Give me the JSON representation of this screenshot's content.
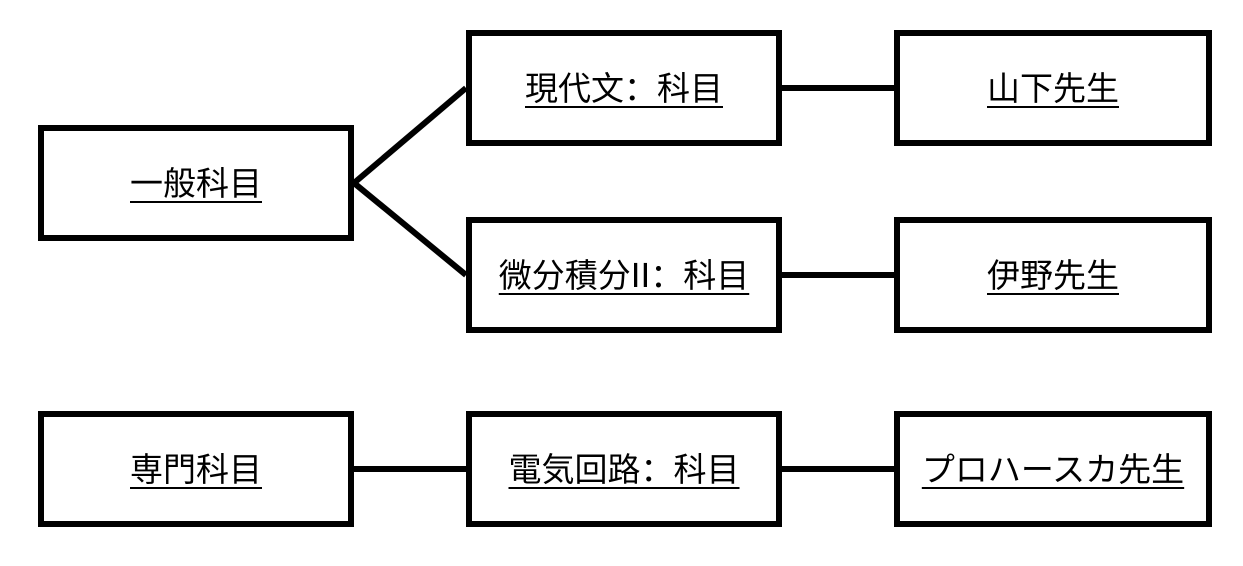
{
  "nodes": {
    "general_subjects": "一般科目",
    "modern_japanese": "現代文：科目",
    "calculus_2": "微分積分II：科目",
    "teacher_yamashita": "山下先生",
    "teacher_ino": "伊野先生",
    "specialized_subjects": "専門科目",
    "electric_circuits": "電気回路：科目",
    "teacher_prohasuka": "プロハースカ先生"
  },
  "colors": {
    "stroke": "#000000",
    "fill": "#ffffff",
    "text": "#000000"
  }
}
